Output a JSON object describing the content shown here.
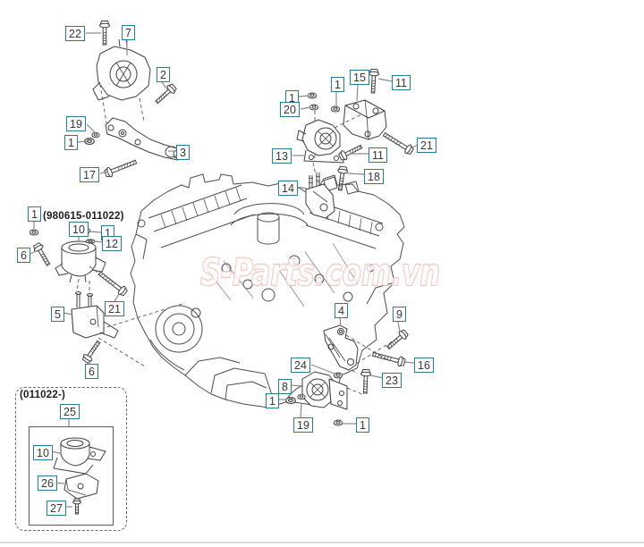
{
  "diagram": {
    "watermark": "S-Parts.com.vn",
    "variant_top": "(980615-011022)",
    "variant_bottom": "(011022-)"
  },
  "labels": [
    {
      "text": "22"
    },
    {
      "text": "7"
    },
    {
      "text": "2"
    },
    {
      "text": "19"
    },
    {
      "text": "1"
    },
    {
      "text": "3"
    },
    {
      "text": "17"
    },
    {
      "text": "1"
    },
    {
      "text": "15"
    },
    {
      "text": "11"
    },
    {
      "text": "1"
    },
    {
      "text": "20"
    },
    {
      "text": "13"
    },
    {
      "text": "11"
    },
    {
      "text": "21"
    },
    {
      "text": "14"
    },
    {
      "text": "18"
    },
    {
      "text": "1"
    },
    {
      "text": "10"
    },
    {
      "text": "1"
    },
    {
      "text": "12"
    },
    {
      "text": "6"
    },
    {
      "text": "5"
    },
    {
      "text": "21"
    },
    {
      "text": "6"
    },
    {
      "text": "25"
    },
    {
      "text": "10"
    },
    {
      "text": "26"
    },
    {
      "text": "27"
    },
    {
      "text": "4"
    },
    {
      "text": "9"
    },
    {
      "text": "16"
    },
    {
      "text": "24"
    },
    {
      "text": "23"
    },
    {
      "text": "8"
    },
    {
      "text": "1"
    },
    {
      "text": "19"
    },
    {
      "text": "1"
    }
  ]
}
